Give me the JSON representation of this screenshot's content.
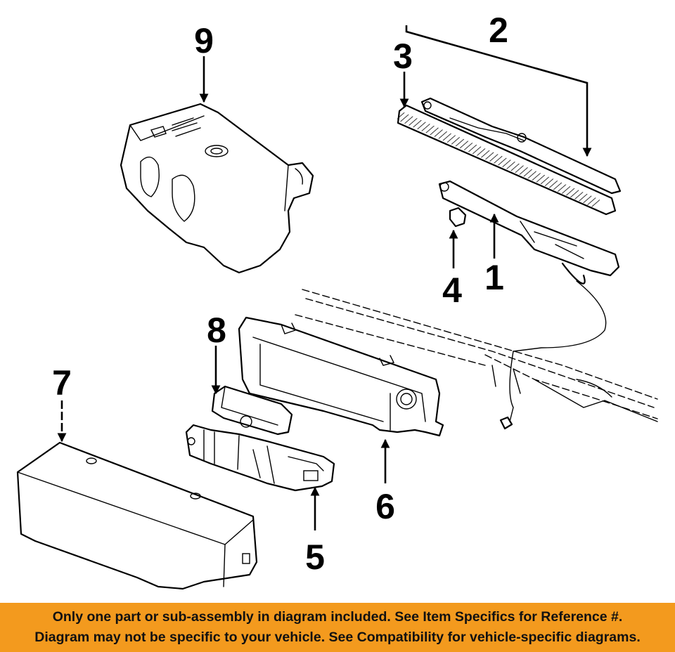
{
  "callouts": {
    "c1": "1",
    "c2": "2",
    "c3": "3",
    "c4": "4",
    "c5": "5",
    "c6": "6",
    "c7": "7",
    "c8": "8",
    "c9": "9"
  },
  "banner": {
    "line1": "Only one part or sub-assembly in diagram included. See Item Specifics for Reference #.",
    "line2": "Diagram may not be specific to your vehicle. See Compatibility for vehicle-specific diagrams."
  },
  "colors": {
    "banner_background": "#f39a1e",
    "line_art": "#000000",
    "background": "#ffffff"
  }
}
